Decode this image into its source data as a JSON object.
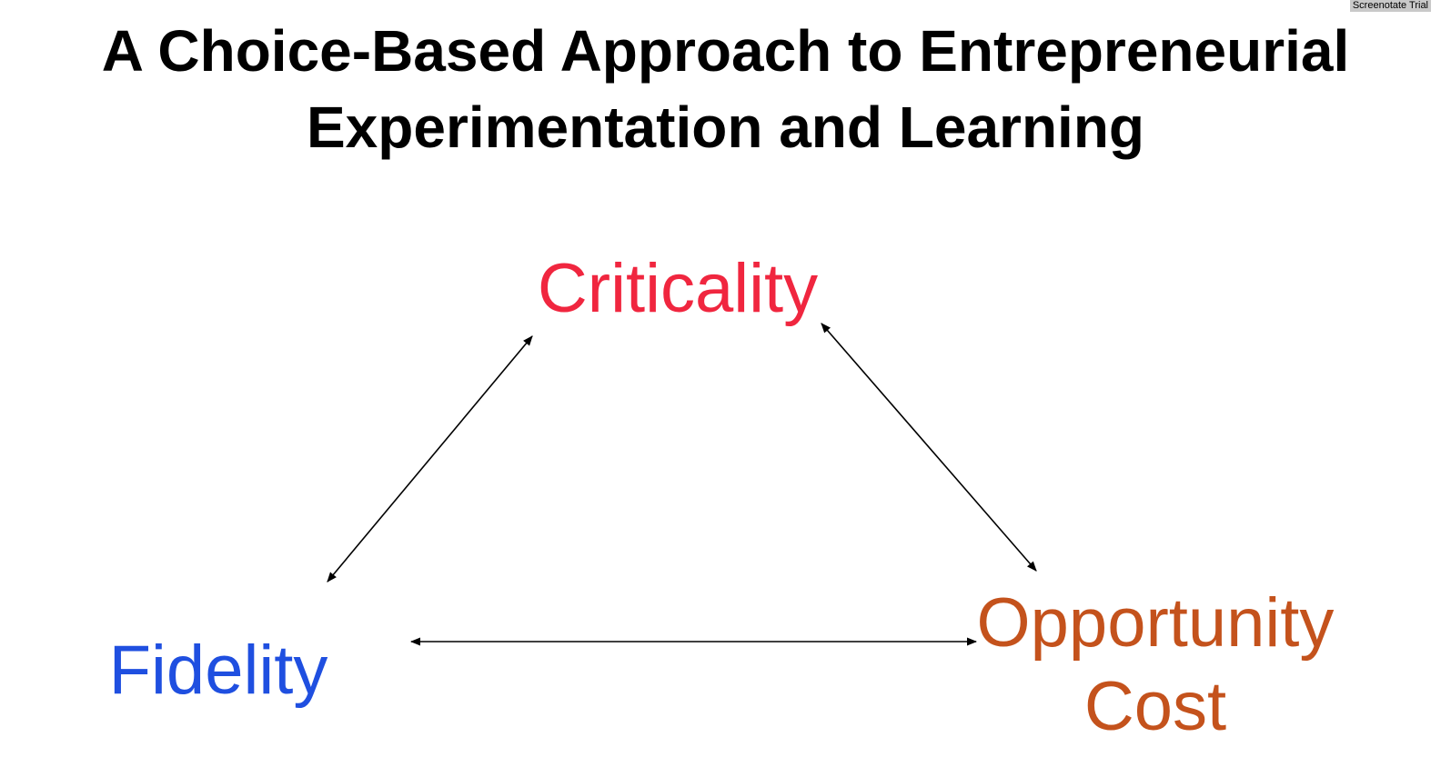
{
  "watermark": "Screenotate Trial",
  "title": {
    "line1": "A Choice-Based Approach to Entrepreneurial",
    "line2": "Experimentation and Learning"
  },
  "nodes": {
    "criticality": {
      "label": "Criticality",
      "color": "#f0263f"
    },
    "fidelity": {
      "label": "Fidelity",
      "color": "#1f4fe0"
    },
    "opportunity_cost": {
      "line1": "Opportunity",
      "line2": "Cost",
      "color": "#c4521c"
    }
  },
  "edges": [
    {
      "from": "criticality",
      "to": "fidelity",
      "direction": "both"
    },
    {
      "from": "criticality",
      "to": "opportunity_cost",
      "direction": "both"
    },
    {
      "from": "fidelity",
      "to": "opportunity_cost",
      "direction": "both"
    }
  ]
}
